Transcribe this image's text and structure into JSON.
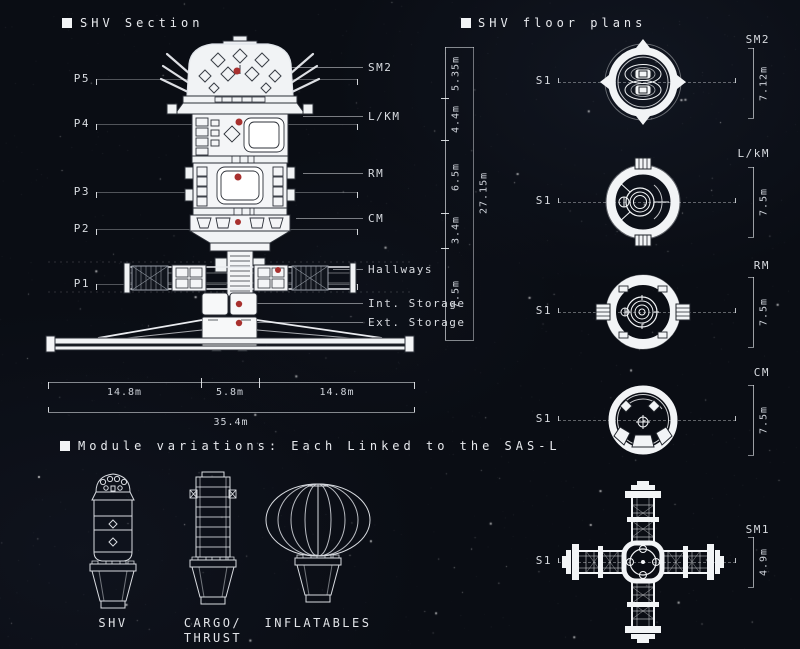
{
  "colors": {
    "background": "#0a0d14",
    "line": "#e9ebef",
    "text": "#d9dce1",
    "marker_red": "#a8302e"
  },
  "shv_section": {
    "title": "SHV Section",
    "left_labels": [
      "P5",
      "P4",
      "P3",
      "P2",
      "P1"
    ],
    "right_labels": [
      "SM2",
      "L/KM",
      "RM",
      "CM",
      "Hallways",
      "Int. Storage",
      "Ext. Storage"
    ],
    "height_segments": [
      "5.35m",
      "4.4m",
      "6.5m",
      "3.4m",
      "7.5m"
    ],
    "height_total": "27.15m",
    "width_segments": [
      "14.8m",
      "5.8m",
      "14.8m"
    ],
    "width_total": "35.4m"
  },
  "floor_plans": {
    "title": "SHV floor plans",
    "section_label": "S1",
    "plans": [
      {
        "name": "SM2",
        "diameter": "7.12m"
      },
      {
        "name": "L/kM",
        "diameter": "7.5m"
      },
      {
        "name": "RM",
        "diameter": "7.5m"
      },
      {
        "name": "CM",
        "diameter": "7.5m"
      },
      {
        "name": "SM1",
        "diameter": "4.9m"
      }
    ]
  },
  "module_variations": {
    "title": "Module variations: Each Linked to the SAS-L",
    "modules": [
      {
        "label": "SHV"
      },
      {
        "label": "CARGO/\nTHRUST"
      },
      {
        "label": "INFLATABLES"
      }
    ]
  }
}
